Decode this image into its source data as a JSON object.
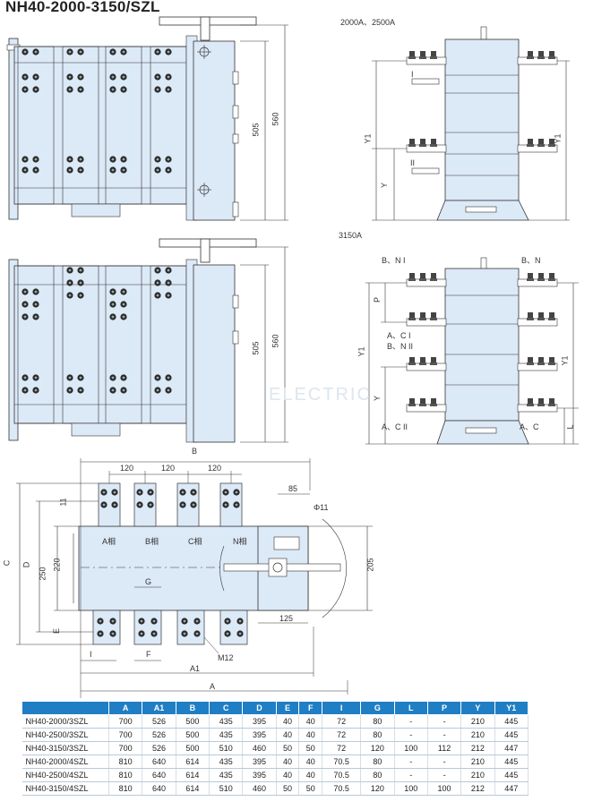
{
  "title": "NH40-2000-3150/SZL",
  "labels": {
    "side_top": "2000A、2500A",
    "side_bottom": "3150A",
    "dim_505": "505",
    "dim_560": "560",
    "y1": "Y1",
    "y": "Y",
    "p": "P",
    "l": "L",
    "roman_i": "I",
    "roman_ii": "II",
    "bn_i": "B、N  I",
    "bn": "B、N",
    "ac_i": "A、C  I",
    "bn_ii": "B、N  II",
    "ac_ii": "A、C  II",
    "ac": "A、C",
    "dim_b": "B",
    "dim_120a": "120",
    "dim_120b": "120",
    "dim_120c": "120",
    "dim_85": "85",
    "phi11": "Φ11",
    "dim_11": "11",
    "dim_c": "C",
    "dim_d": "D",
    "dim_250": "250",
    "dim_220": "220",
    "dim_205": "205",
    "dim_e": "E",
    "dim_g": "G",
    "dim_125": "125",
    "dim_i": "I",
    "dim_f": "F",
    "m12": "M12",
    "dim_a1": "A1",
    "dim_a": "A",
    "phase_a": "A相",
    "phase_b": "B相",
    "phase_c": "C相",
    "phase_n": "N相",
    "watermark": "ELECTRIC"
  },
  "table": {
    "headers": [
      "",
      "A",
      "A1",
      "B",
      "C",
      "D",
      "E",
      "F",
      "I",
      "G",
      "L",
      "P",
      "Y",
      "Y1"
    ],
    "rows": [
      [
        "NH40-2000/3SZL",
        "700",
        "526",
        "500",
        "435",
        "395",
        "40",
        "40",
        "72",
        "80",
        "-",
        "-",
        "210",
        "445"
      ],
      [
        "NH40-2500/3SZL",
        "700",
        "526",
        "500",
        "435",
        "395",
        "40",
        "40",
        "72",
        "80",
        "-",
        "-",
        "210",
        "445"
      ],
      [
        "NH40-3150/3SZL",
        "700",
        "526",
        "500",
        "510",
        "460",
        "50",
        "50",
        "72",
        "120",
        "100",
        "112",
        "212",
        "447"
      ],
      [
        "NH40-2000/4SZL",
        "810",
        "640",
        "614",
        "435",
        "395",
        "40",
        "40",
        "70.5",
        "80",
        "-",
        "-",
        "210",
        "445"
      ],
      [
        "NH40-2500/4SZL",
        "810",
        "640",
        "614",
        "435",
        "395",
        "40",
        "40",
        "70.5",
        "80",
        "-",
        "-",
        "210",
        "445"
      ],
      [
        "NH40-3150/4SZL",
        "810",
        "640",
        "614",
        "510",
        "460",
        "50",
        "50",
        "70.5",
        "120",
        "100",
        "100",
        "212",
        "447"
      ]
    ]
  },
  "colors": {
    "body_fill": "#dce9f7",
    "accent": "#1f7ec4",
    "line": "#333333"
  }
}
